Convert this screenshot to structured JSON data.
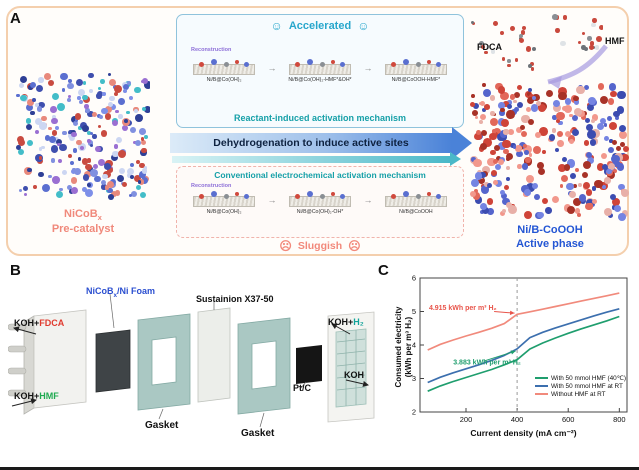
{
  "figure": {
    "panels": {
      "a": "A",
      "b": "B",
      "c": "C"
    },
    "panelA": {
      "precatalyst": {
        "name": "NiCoB",
        "sub": "x",
        "caption": "Pre-catalyst"
      },
      "accelerated": {
        "title": "Accelerated",
        "reconstruction": "Reconstruction",
        "steps": [
          "Ni/B@Co(OH)₂",
          "Ni/B@Co(OH)₂-HMF*&OH*",
          "Ni/B@CoOOH-HMF*"
        ],
        "mechanism": "Reactant-induced activation mechanism"
      },
      "main_arrow": "Dehydrogenation to induce active sites",
      "conventional": {
        "title": "Conventional electrochemical activation mechanism",
        "reconstruction": "Reconstruction",
        "steps": [
          "Ni/B@Co(OH)₂",
          "Ni/B@Co(OH)₂-OH*",
          "Ni/B@CoOOH"
        ],
        "mood": "Sluggish"
      },
      "fdca_label": "FDCA",
      "hmf_label": "HMF",
      "active_phase": {
        "name": "Ni/B-CoOOH",
        "caption": "Active phase"
      }
    },
    "panelB": {
      "electrode": {
        "name": "NiCoB",
        "sub": "x",
        "post": "/Ni Foam"
      },
      "membrane": "Sustainion X37-50",
      "anode_out": {
        "koh": "KOH+",
        "species": "FDCA"
      },
      "anode_in": {
        "koh": "KOH+",
        "species": "HMF"
      },
      "cathode_out": {
        "koh": "KOH+",
        "species": "H₂"
      },
      "koh_label": "KOH",
      "ptc": "Pt/C",
      "gasket1": "Gasket",
      "gasket2": "Gasket"
    },
    "palettes": {
      "precatalyst": [
        "#5b6fd0",
        "#7d8fe8",
        "#3f4fae",
        "#c94b40",
        "#e8897c",
        "#43bdc8",
        "#9a6fd2",
        "#ccd6f2",
        "#8090e0",
        "#2e3f96"
      ],
      "active": [
        "#cf4438",
        "#e2685a",
        "#a83227",
        "#f2988c",
        "#5565cc",
        "#7584e2",
        "#3c4cb0",
        "#e8b0a8"
      ],
      "molecule": [
        "#8a8f94",
        "#c9493d",
        "#dfe3e6",
        "#6d7378",
        "#c9493d"
      ]
    },
    "colors": {
      "teal": "#16a0a8",
      "salmon": "#f2897b",
      "blue_accent": "#2456d4",
      "purple": "#a79ae0"
    }
  },
  "chart_data": {
    "type": "line",
    "title": "",
    "xlabel": "Current density (mA cm⁻²)",
    "ylabel": "Consumed electricity (kWh per m³ H₂)",
    "ylabel_line1": "Consumed electricity",
    "ylabel_line2": "(kWh per m³ H₂)",
    "xlim": [
      20,
      830
    ],
    "ylim": [
      2,
      6
    ],
    "xticks": [
      200,
      400,
      600,
      800
    ],
    "yticks": [
      2,
      3,
      4,
      5,
      6
    ],
    "grid": false,
    "legend_position": "lower right",
    "vline_x": 400,
    "x": [
      50,
      100,
      150,
      200,
      250,
      300,
      350,
      400,
      450,
      500,
      550,
      600,
      650,
      700,
      750,
      800
    ],
    "series": [
      {
        "name": "With 50 mmol HMF (40℃)",
        "color": "#1f9e6e",
        "values": [
          2.62,
          2.78,
          2.91,
          3.03,
          3.15,
          3.27,
          3.41,
          3.56,
          3.88,
          4.06,
          4.21,
          4.35,
          4.48,
          4.6,
          4.72,
          4.85
        ]
      },
      {
        "name": "With 50 mmol HMF at RT",
        "color": "#3c6fae",
        "values": [
          2.88,
          3.04,
          3.17,
          3.29,
          3.41,
          3.54,
          3.69,
          3.883,
          4.22,
          4.38,
          4.51,
          4.63,
          4.75,
          4.87,
          4.98,
          5.08
        ]
      },
      {
        "name": "Without HMF at RT",
        "color": "#f18a7c",
        "values": [
          3.85,
          4.02,
          4.15,
          4.27,
          4.38,
          4.5,
          4.64,
          4.915,
          4.99,
          5.07,
          5.15,
          5.23,
          5.31,
          5.39,
          5.47,
          5.55
        ]
      }
    ],
    "annotations": [
      {
        "text": "4.915 kWh per m³ H₂",
        "color": "#e8544a",
        "text_x": 55,
        "text_y": 5.05,
        "arrow": {
          "x1": 310,
          "y1": 5.0,
          "x2": 390,
          "y2": 4.95
        }
      },
      {
        "text": "3.883 kWh per m³ H₂",
        "color": "#1f9e6e",
        "text_x": 150,
        "text_y": 3.42,
        "arrow": {
          "x1": 270,
          "y1": 3.52,
          "x2": 394,
          "y2": 3.82
        }
      }
    ]
  }
}
